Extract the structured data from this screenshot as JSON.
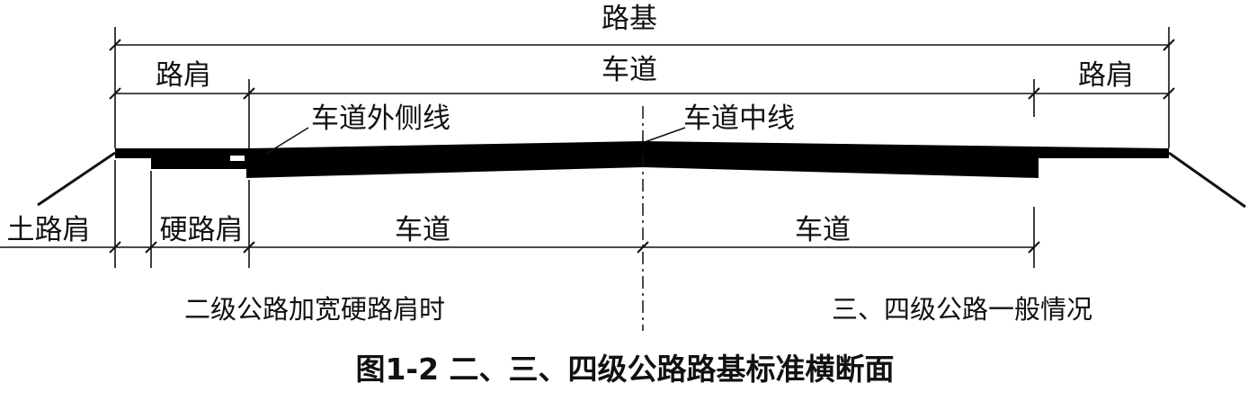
{
  "colors": {
    "ink": "#000000",
    "background": "#ffffff"
  },
  "labels": {
    "subgrade": "路基",
    "shoulder_left": "路肩",
    "carriageway_top": "车道",
    "shoulder_right": "路肩",
    "edge_line": "车道外侧线",
    "center_line": "车道中线",
    "soil_shoulder": "土路肩",
    "hard_shoulder": "硬路肩",
    "lane_left": "车道",
    "lane_right": "车道"
  },
  "notes": {
    "left": "二级公路加宽硬路肩时",
    "right": "三、四级公路一般情况"
  },
  "caption": "图1-2 二、三、四级公路路基标准横断面"
}
